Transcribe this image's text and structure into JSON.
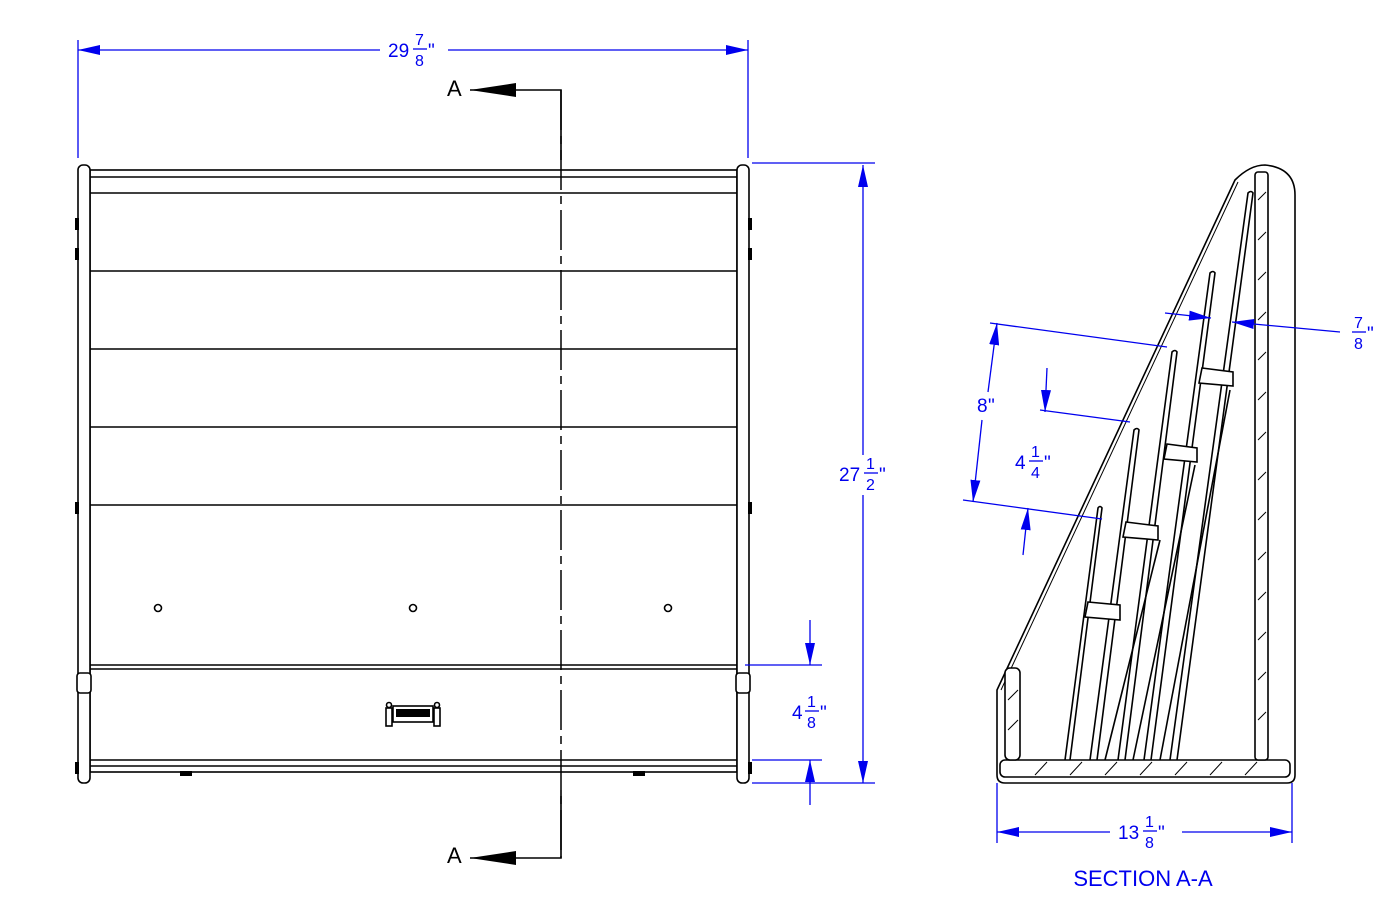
{
  "front_view": {
    "width_dim": {
      "whole": "29",
      "num": "7",
      "den": "8",
      "unit": "\""
    },
    "height_dim": {
      "whole": "27",
      "num": "1",
      "den": "2",
      "unit": "\""
    },
    "bottom_dim": {
      "whole": "4",
      "num": "1",
      "den": "8",
      "unit": "\""
    },
    "section_marker_top": "A",
    "section_marker_bottom": "A"
  },
  "section_view": {
    "title": "SECTION A-A",
    "spacing_dim": {
      "whole": "8",
      "unit": "\""
    },
    "shelf_dim": {
      "whole": "4",
      "num": "1",
      "den": "4",
      "unit": "\""
    },
    "thickness_dim": {
      "num": "7",
      "den": "8",
      "unit": "\""
    },
    "depth_dim": {
      "whole": "13",
      "num": "1",
      "den": "8",
      "unit": "\""
    }
  },
  "colors": {
    "dimension": "#0000ee",
    "lines": "#000000"
  }
}
